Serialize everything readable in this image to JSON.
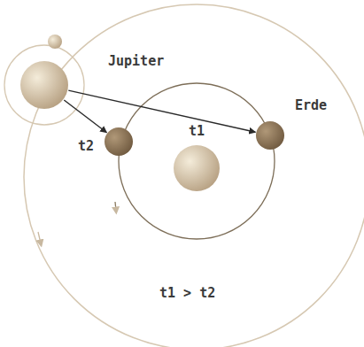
{
  "diagram": {
    "nodes": [
      {
        "text": [
          "Jupiter"
        ]
      },
      {
        "text": [
          "Erde"
        ]
      },
      {
        "text": [
          "t2"
        ]
      }
    ],
    "edges": [
      {
        "from": 0,
        "to": 1,
        "arrow": "to"
      },
      {
        "from": 0,
        "to": 2,
        "arrow": "to"
      }
    ],
    "labels": [
      "t1",
      "t1 > t2"
    ]
  }
}
